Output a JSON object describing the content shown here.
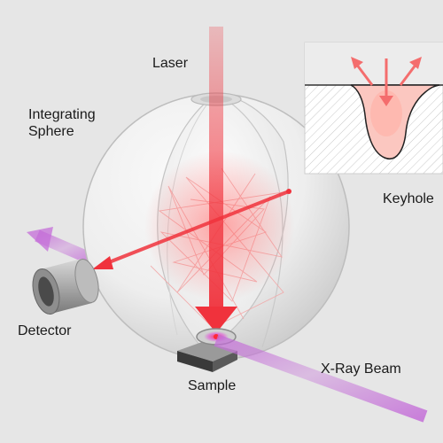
{
  "labels": {
    "laser": "Laser",
    "sphere_line1": "Integrating",
    "sphere_line2": "Sphere",
    "keyhole": "Keyhole",
    "detector": "Detector",
    "sample": "Sample",
    "xray": "X-Ray Beam"
  },
  "colors": {
    "background": "#e6e6e6",
    "laser": "#f0323c",
    "xray": "#c46ed8",
    "sphere": "#f2f2f2",
    "inset_background": "#ffffff",
    "keyhole_fill": "#fbc7c0"
  },
  "icons": [
    "laser-arrow",
    "xray-arrow",
    "detector-cylinder",
    "sample-holder",
    "keyhole-inset"
  ]
}
